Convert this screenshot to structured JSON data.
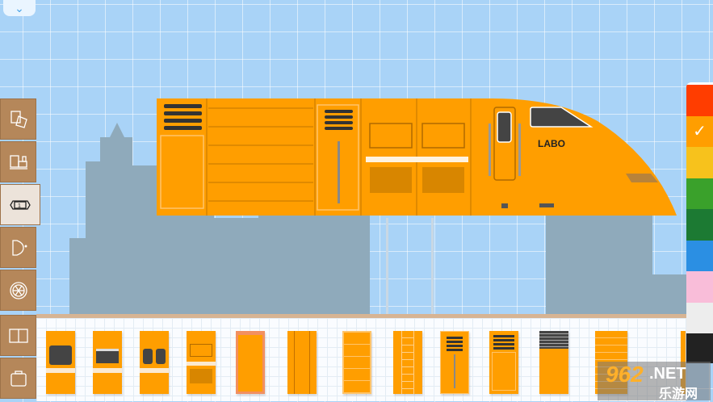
{
  "train": {
    "logo_text": "LABO",
    "body_color": "#FF9E00"
  },
  "sidebar": {
    "items": [
      {
        "name": "stickers",
        "icon": "sticker-icon"
      },
      {
        "name": "engine-parts",
        "icon": "engine-icon"
      },
      {
        "name": "car-body",
        "icon": "car-body-icon",
        "label": "1",
        "selected": true
      },
      {
        "name": "front",
        "icon": "front-nose-icon"
      },
      {
        "name": "wheels",
        "icon": "wheel-icon"
      },
      {
        "name": "windows",
        "icon": "window-icon"
      },
      {
        "name": "doors",
        "icon": "door-icon"
      }
    ]
  },
  "palette": {
    "selected": 1,
    "colors": [
      "#FF3D00",
      "#FF9E00",
      "#F7C21C",
      "#3AA12B",
      "#1C7A33",
      "#2B8FE3",
      "#F9BDD9",
      "#EDEDED",
      "#222222"
    ]
  },
  "watermark": {
    "number": "962",
    "suffix": ".NET",
    "cn": "乐游网"
  }
}
